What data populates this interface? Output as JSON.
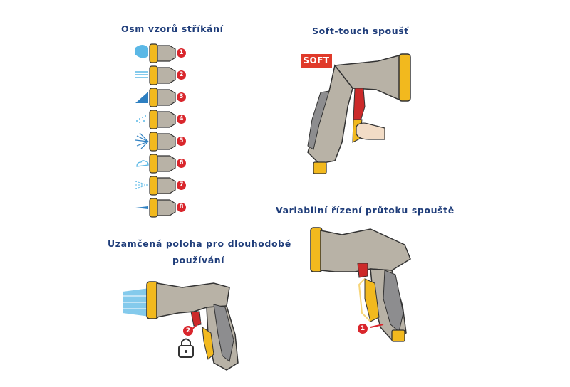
{
  "titles": {
    "patterns": "Osm vzorů stříkání",
    "soft": "Soft-touch spoušť",
    "variable": "Variabilní řízení průtoku spouště",
    "locked_line1": "Uzamčená poloha pro dlouhodobé",
    "locked_line2": "používání"
  },
  "soft_badge": "SOFT",
  "patterns": [
    {
      "num": "1",
      "icon": "full-spray-icon"
    },
    {
      "num": "2",
      "icon": "flat-spray-icon"
    },
    {
      "num": "3",
      "icon": "cone-spray-icon"
    },
    {
      "num": "4",
      "icon": "shower-spray-icon"
    },
    {
      "num": "5",
      "icon": "fan-spray-icon"
    },
    {
      "num": "6",
      "icon": "mist-spray-icon"
    },
    {
      "num": "7",
      "icon": "jet-mist-spray-icon"
    },
    {
      "num": "8",
      "icon": "jet-spray-icon"
    }
  ],
  "markers": {
    "locked": "2",
    "variable": "1"
  },
  "colors": {
    "title": "#1f3d7a",
    "body": "#b8b2a6",
    "grip": "#8d8d8f",
    "yellow": "#f2b91e",
    "trigger": "#cc2a2a",
    "water": "#5bb8e6",
    "badge": "#e03a2a"
  }
}
